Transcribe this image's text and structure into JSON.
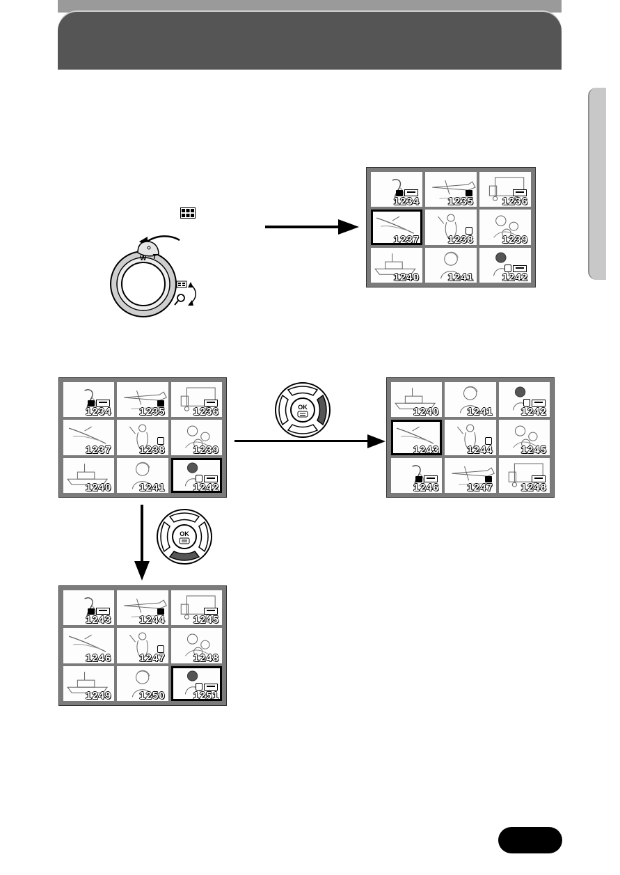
{
  "page": {
    "number": ""
  },
  "grids": {
    "top_right": {
      "cells": [
        {
          "num": "1234",
          "badges": [
            "print",
            "key"
          ],
          "pic": "bird"
        },
        {
          "num": "1235",
          "badges": [
            "print"
          ],
          "pic": "plane"
        },
        {
          "num": "1236",
          "badges": [
            "key"
          ],
          "pic": "truck"
        },
        {
          "num": "1237",
          "badges": [],
          "pic": "skier",
          "selected": true
        },
        {
          "num": "1238",
          "badges": [
            "vid"
          ],
          "pic": "woman"
        },
        {
          "num": "1239",
          "badges": [],
          "pic": "flowers"
        },
        {
          "num": "1240",
          "badges": [],
          "pic": "ship"
        },
        {
          "num": "1241",
          "badges": [],
          "pic": "portrait"
        },
        {
          "num": "1242",
          "badges": [
            "vid",
            "key"
          ],
          "pic": "lady"
        }
      ]
    },
    "left_middle": {
      "cells": [
        {
          "num": "1234",
          "badges": [
            "print",
            "key"
          ],
          "pic": "bird"
        },
        {
          "num": "1235",
          "badges": [
            "print"
          ],
          "pic": "plane"
        },
        {
          "num": "1236",
          "badges": [
            "key"
          ],
          "pic": "truck"
        },
        {
          "num": "1237",
          "badges": [],
          "pic": "skier"
        },
        {
          "num": "1238",
          "badges": [
            "vid"
          ],
          "pic": "woman"
        },
        {
          "num": "1239",
          "badges": [],
          "pic": "flowers"
        },
        {
          "num": "1240",
          "badges": [],
          "pic": "ship"
        },
        {
          "num": "1241",
          "badges": [],
          "pic": "portrait"
        },
        {
          "num": "1242",
          "badges": [
            "vid",
            "key"
          ],
          "pic": "lady",
          "selected": true
        }
      ]
    },
    "right_middle": {
      "cells": [
        {
          "num": "1240",
          "badges": [],
          "pic": "ship"
        },
        {
          "num": "1241",
          "badges": [],
          "pic": "portrait"
        },
        {
          "num": "1242",
          "badges": [
            "vid",
            "key"
          ],
          "pic": "lady"
        },
        {
          "num": "1243",
          "badges": [],
          "pic": "skier",
          "selected": true
        },
        {
          "num": "1244",
          "badges": [
            "vid"
          ],
          "pic": "woman"
        },
        {
          "num": "1245",
          "badges": [],
          "pic": "flowers"
        },
        {
          "num": "1246",
          "badges": [
            "print",
            "key"
          ],
          "pic": "bird"
        },
        {
          "num": "1247",
          "badges": [
            "print"
          ],
          "pic": "plane"
        },
        {
          "num": "1248",
          "badges": [
            "key"
          ],
          "pic": "truck"
        }
      ]
    },
    "left_bottom": {
      "cells": [
        {
          "num": "1243",
          "badges": [
            "print",
            "key"
          ],
          "pic": "bird"
        },
        {
          "num": "1244",
          "badges": [
            "print"
          ],
          "pic": "plane"
        },
        {
          "num": "1245",
          "badges": [
            "key"
          ],
          "pic": "truck"
        },
        {
          "num": "1246",
          "badges": [],
          "pic": "skier"
        },
        {
          "num": "1247",
          "badges": [
            "vid"
          ],
          "pic": "woman"
        },
        {
          "num": "1248",
          "badges": [],
          "pic": "flowers"
        },
        {
          "num": "1249",
          "badges": [],
          "pic": "ship"
        },
        {
          "num": "1250",
          "badges": [],
          "pic": "portrait"
        },
        {
          "num": "1251",
          "badges": [
            "vid",
            "key"
          ],
          "pic": "lady",
          "selected": true
        }
      ]
    }
  },
  "zoom_lever": {
    "wide_label": "W",
    "tele_label": "T"
  },
  "ok_button": {
    "label": "OK"
  }
}
